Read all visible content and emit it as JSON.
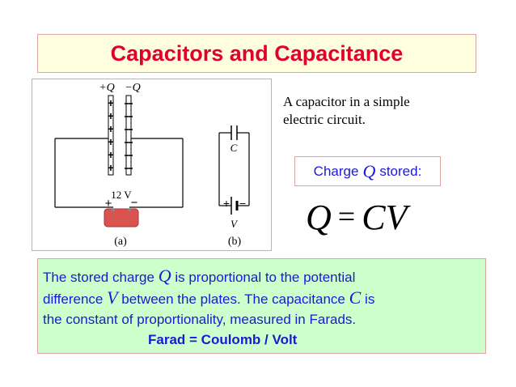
{
  "title": "Capacitors and Capacitance",
  "figure": {
    "label_plus_q": "+Q",
    "label_minus_q": "−Q",
    "plus_sign": "+",
    "minus_sign": "−",
    "battery_voltage": "12 V",
    "label_c": "C",
    "label_v": "V",
    "caption_a": "(a)",
    "caption_b": "(b)"
  },
  "caption": {
    "line1": "A capacitor in a simple",
    "line2": "electric circuit."
  },
  "charge_box": {
    "prefix": "Charge",
    "variable": "Q",
    "suffix": "stored:"
  },
  "equation": {
    "lhs": "Q",
    "equals": "=",
    "rhs": "CV"
  },
  "description": {
    "part1": "The stored charge",
    "var_q": "Q",
    "part2": "is proportional to the potential",
    "part3": "difference",
    "var_v": "V",
    "part4": "between the plates. The capacitance",
    "var_c": "C",
    "part5": "is",
    "line3": "the constant of proportionality, measured in Farads.",
    "farad_line": "Farad = Coulomb / Volt"
  },
  "colors": {
    "title_red": "#e0002a",
    "text_blue": "#1a1ad6",
    "title_bg": "#ffffe0",
    "desc_bg": "#ccffcc",
    "battery_red": "#d9534f"
  }
}
